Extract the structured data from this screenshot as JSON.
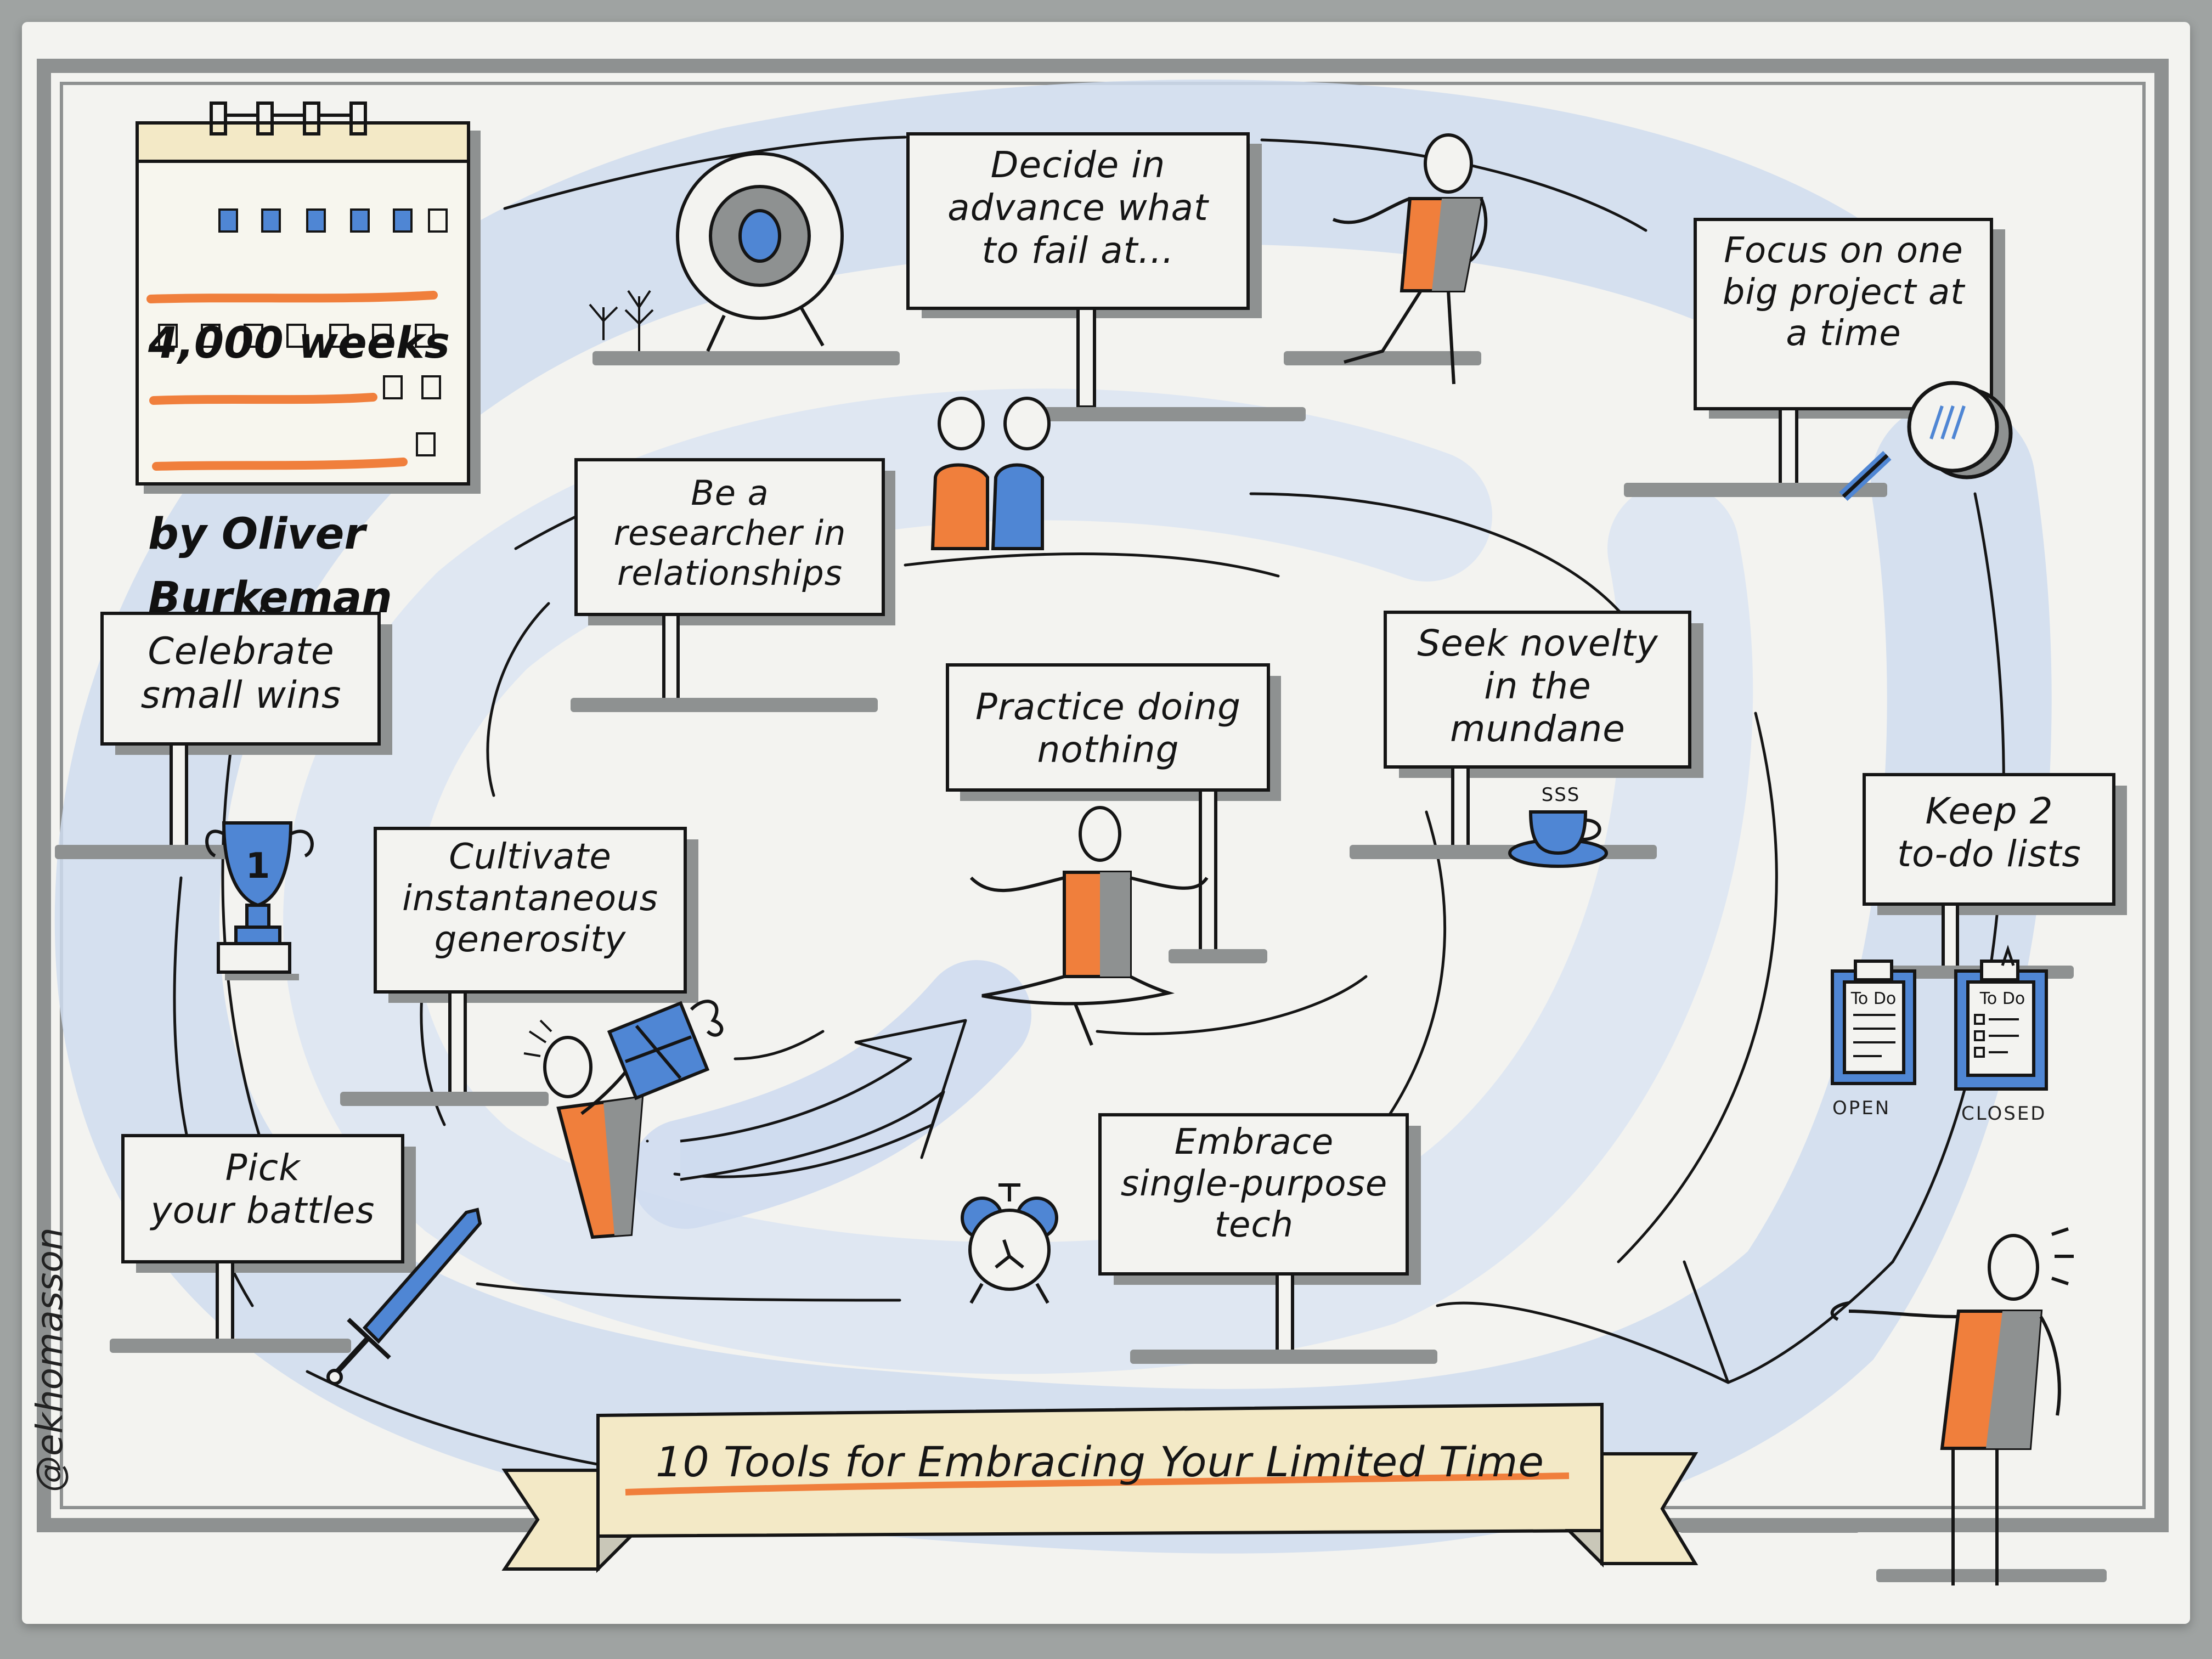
{
  "book": {
    "title": "4,000 weeks",
    "author": "by Oliver\nBurkeman"
  },
  "banner": {
    "title": "10 Tools for Embracing Your Limited Time"
  },
  "credit": {
    "handle": "@ekhomasson"
  },
  "signs": {
    "decide": "Decide in\nadvance what\nto fail at...",
    "focus": "Focus on one\nbig project at\na time",
    "researcher": "Be a\nresearcher in\nrelationships",
    "celebrate": "Celebrate\nsmall wins",
    "seek": "Seek novelty\nin the\nmundane",
    "practice": "Practice doing\nnothing",
    "cultivate": "Cultivate\ninstantaneous\ngenerosity",
    "keep": "Keep 2\nto-do lists",
    "pick": "Pick\nyour battles",
    "embrace": "Embrace\nsingle-purpose\ntech"
  },
  "todo": {
    "header": "To Do",
    "open_label": "OPEN",
    "closed_label": "CLOSED"
  },
  "trophy": {
    "number": "1"
  },
  "cup": {
    "steam": "SSS"
  },
  "colors": {
    "orange": "#f07f3c",
    "blue": "#4f86d4",
    "light_blue": "#cfdcef",
    "shadow_grey": "#8e9191",
    "banner_yellow": "#f3e9c6",
    "paper": "#f3f3f0"
  }
}
